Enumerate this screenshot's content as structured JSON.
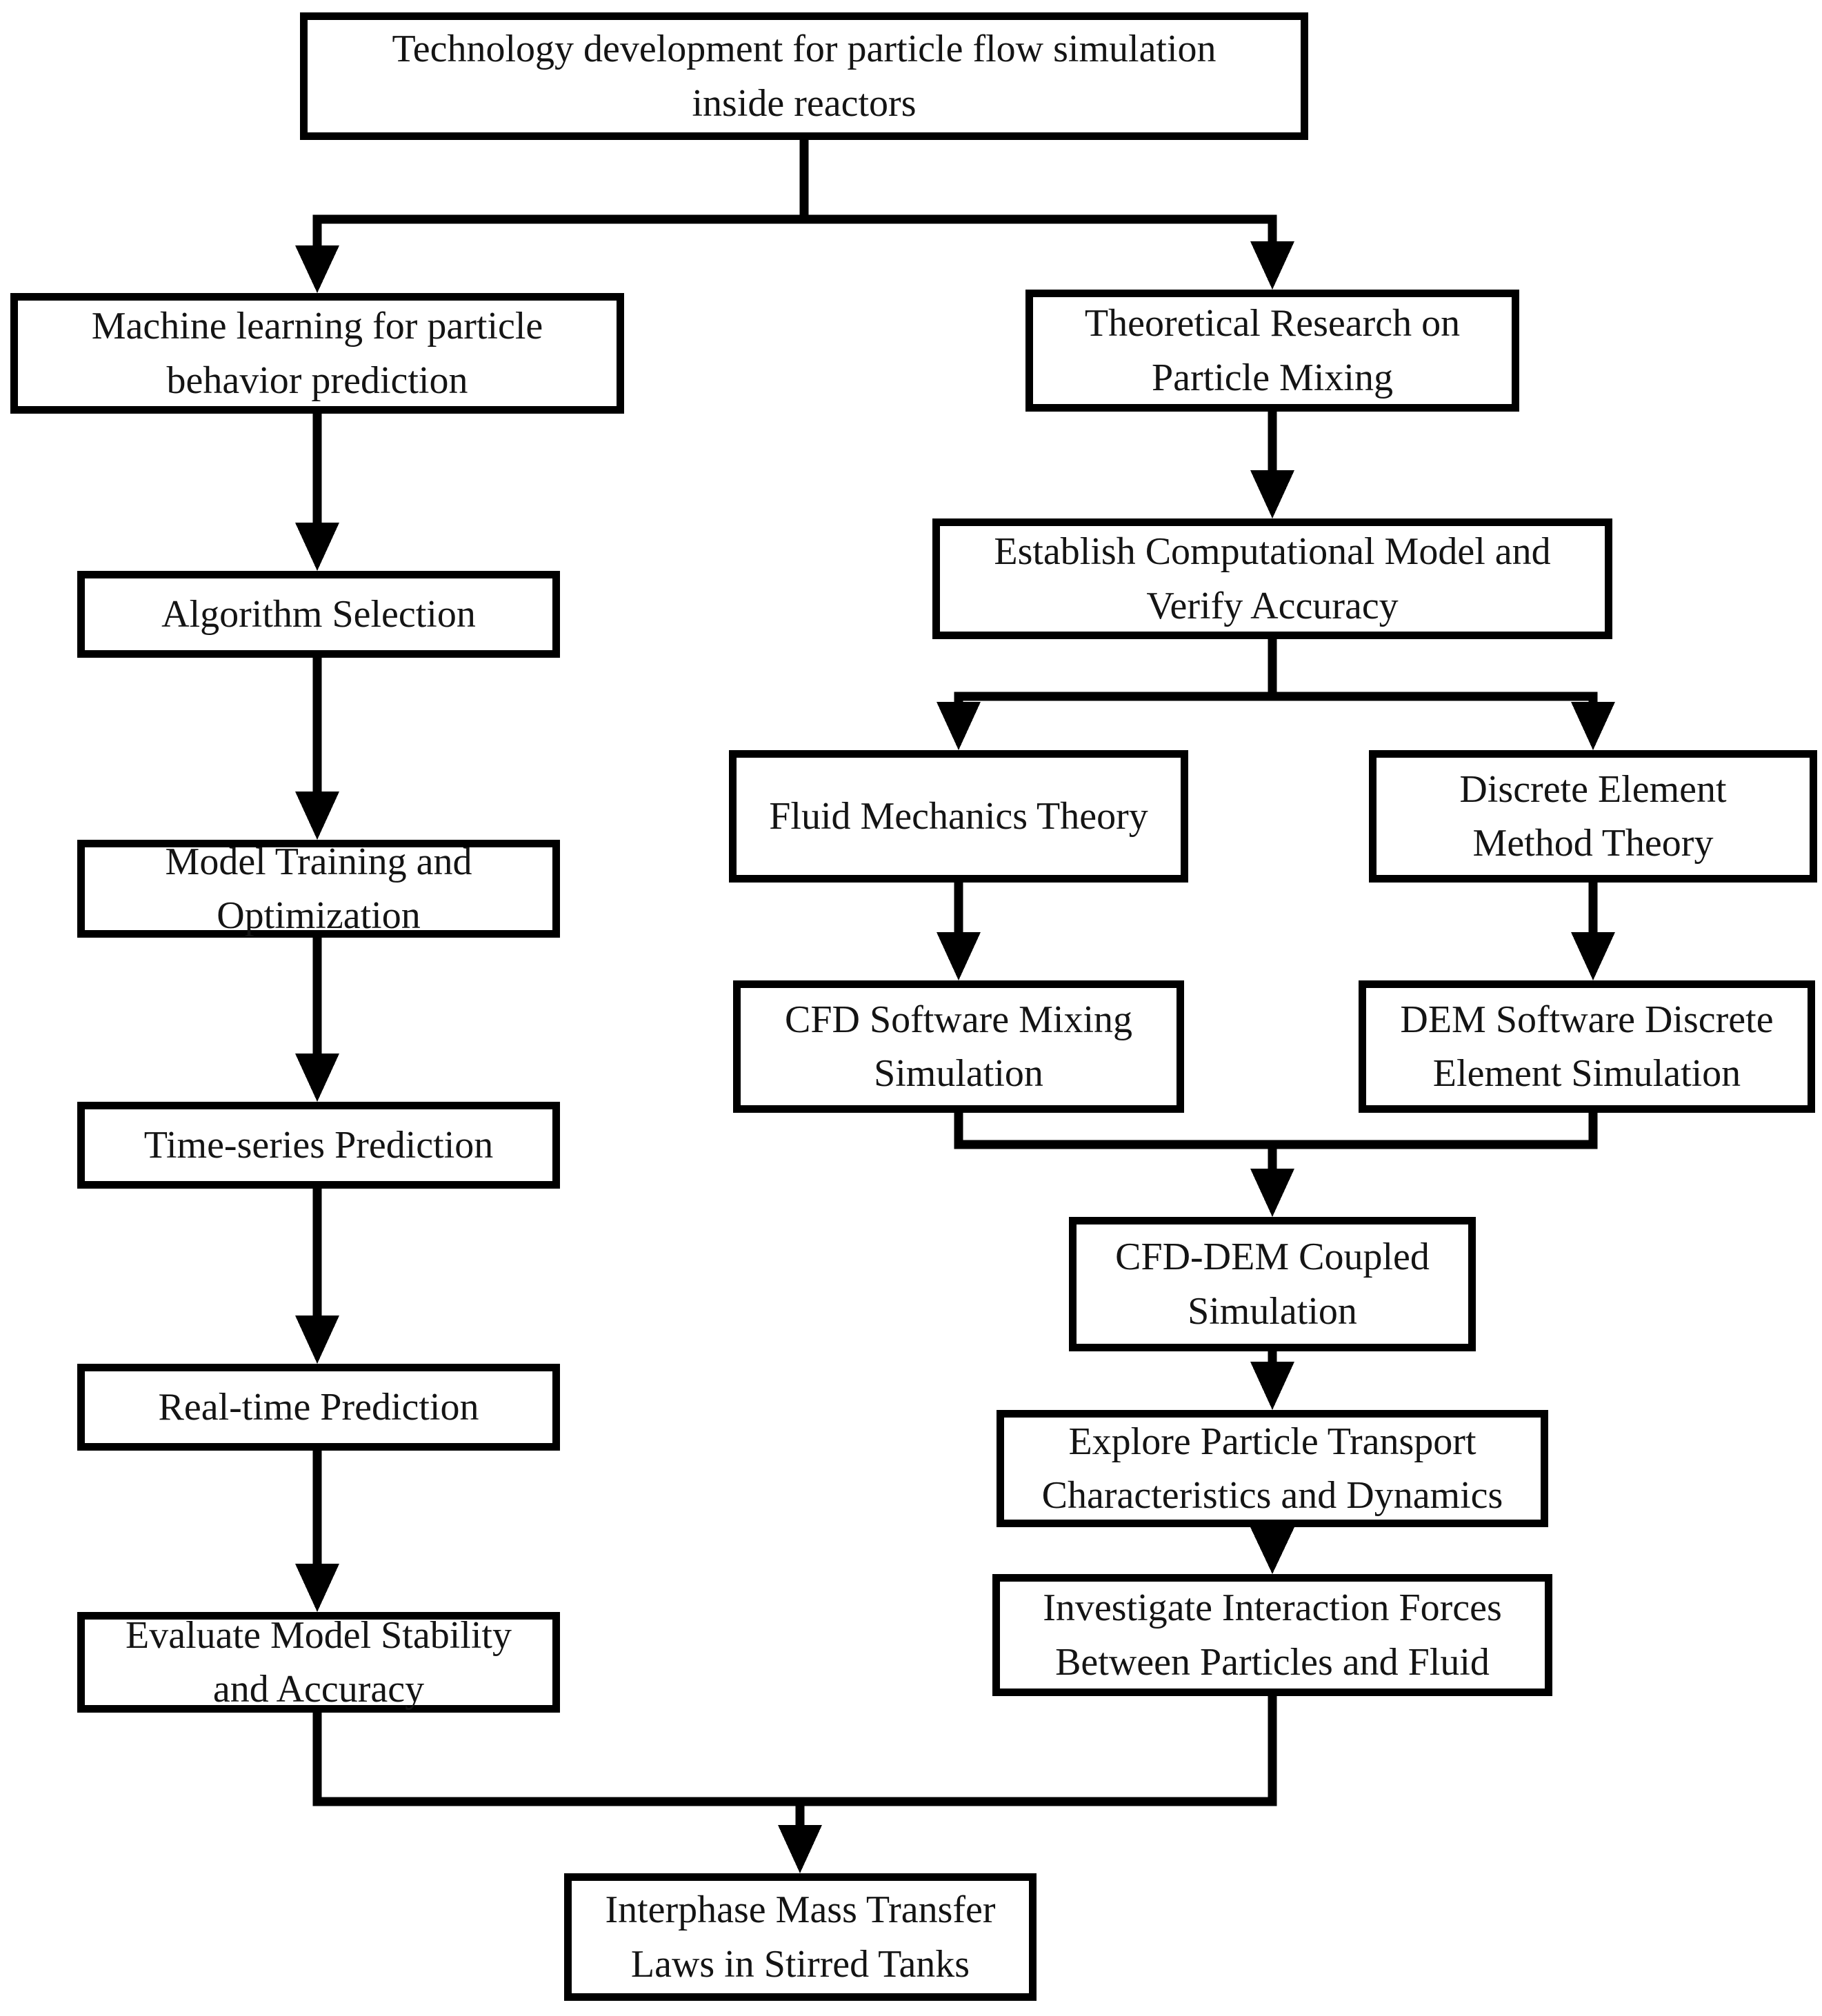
{
  "diagram": {
    "type": "flowchart",
    "background": "#ffffff",
    "line_color": "#000000",
    "box_fill": "#ffffff",
    "box_border_color": "#000000",
    "text_color": "#141414",
    "nodes": {
      "top": {
        "label": "Technology development for particle flow simulation\ninside reactors"
      },
      "ml": {
        "label": "Machine learning for particle\nbehavior prediction"
      },
      "algorithm": {
        "label": "Algorithm Selection"
      },
      "training": {
        "label": "Model Training and\nOptimization"
      },
      "timeseries": {
        "label": "Time-series Prediction"
      },
      "realtime": {
        "label": "Real-time Prediction"
      },
      "evaluate": {
        "label": "Evaluate Model Stability\nand Accuracy"
      },
      "theoretical": {
        "label": "Theoretical Research on\nParticle Mixing"
      },
      "establish": {
        "label": "Establish Computational Model and\nVerify Accuracy"
      },
      "fluid": {
        "label": "Fluid Mechanics Theory"
      },
      "dem_theory": {
        "label": "Discrete Element\nMethod Theory"
      },
      "cfd_sim": {
        "label": "CFD Software Mixing\nSimulation"
      },
      "dem_sim": {
        "label": "DEM Software Discrete\nElement Simulation"
      },
      "coupled": {
        "label": "CFD-DEM Coupled\nSimulation"
      },
      "explore": {
        "label": "Explore Particle Transport\nCharacteristics and Dynamics"
      },
      "investigate": {
        "label": "Investigate Interaction Forces\nBetween Particles and Fluid"
      },
      "interphase": {
        "label": "Interphase Mass Transfer\nLaws in Stirred Tanks"
      }
    },
    "edges": [
      {
        "from": "top",
        "to": "ml"
      },
      {
        "from": "top",
        "to": "theoretical"
      },
      {
        "from": "ml",
        "to": "algorithm"
      },
      {
        "from": "algorithm",
        "to": "training"
      },
      {
        "from": "training",
        "to": "timeseries"
      },
      {
        "from": "timeseries",
        "to": "realtime"
      },
      {
        "from": "realtime",
        "to": "evaluate"
      },
      {
        "from": "theoretical",
        "to": "establish"
      },
      {
        "from": "establish",
        "to": "fluid"
      },
      {
        "from": "establish",
        "to": "dem_theory"
      },
      {
        "from": "fluid",
        "to": "cfd_sim"
      },
      {
        "from": "dem_theory",
        "to": "dem_sim"
      },
      {
        "from": "cfd_sim",
        "to": "coupled"
      },
      {
        "from": "dem_sim",
        "to": "coupled"
      },
      {
        "from": "coupled",
        "to": "explore"
      },
      {
        "from": "explore",
        "to": "investigate"
      },
      {
        "from": "evaluate",
        "to": "interphase"
      },
      {
        "from": "investigate",
        "to": "interphase"
      }
    ]
  }
}
